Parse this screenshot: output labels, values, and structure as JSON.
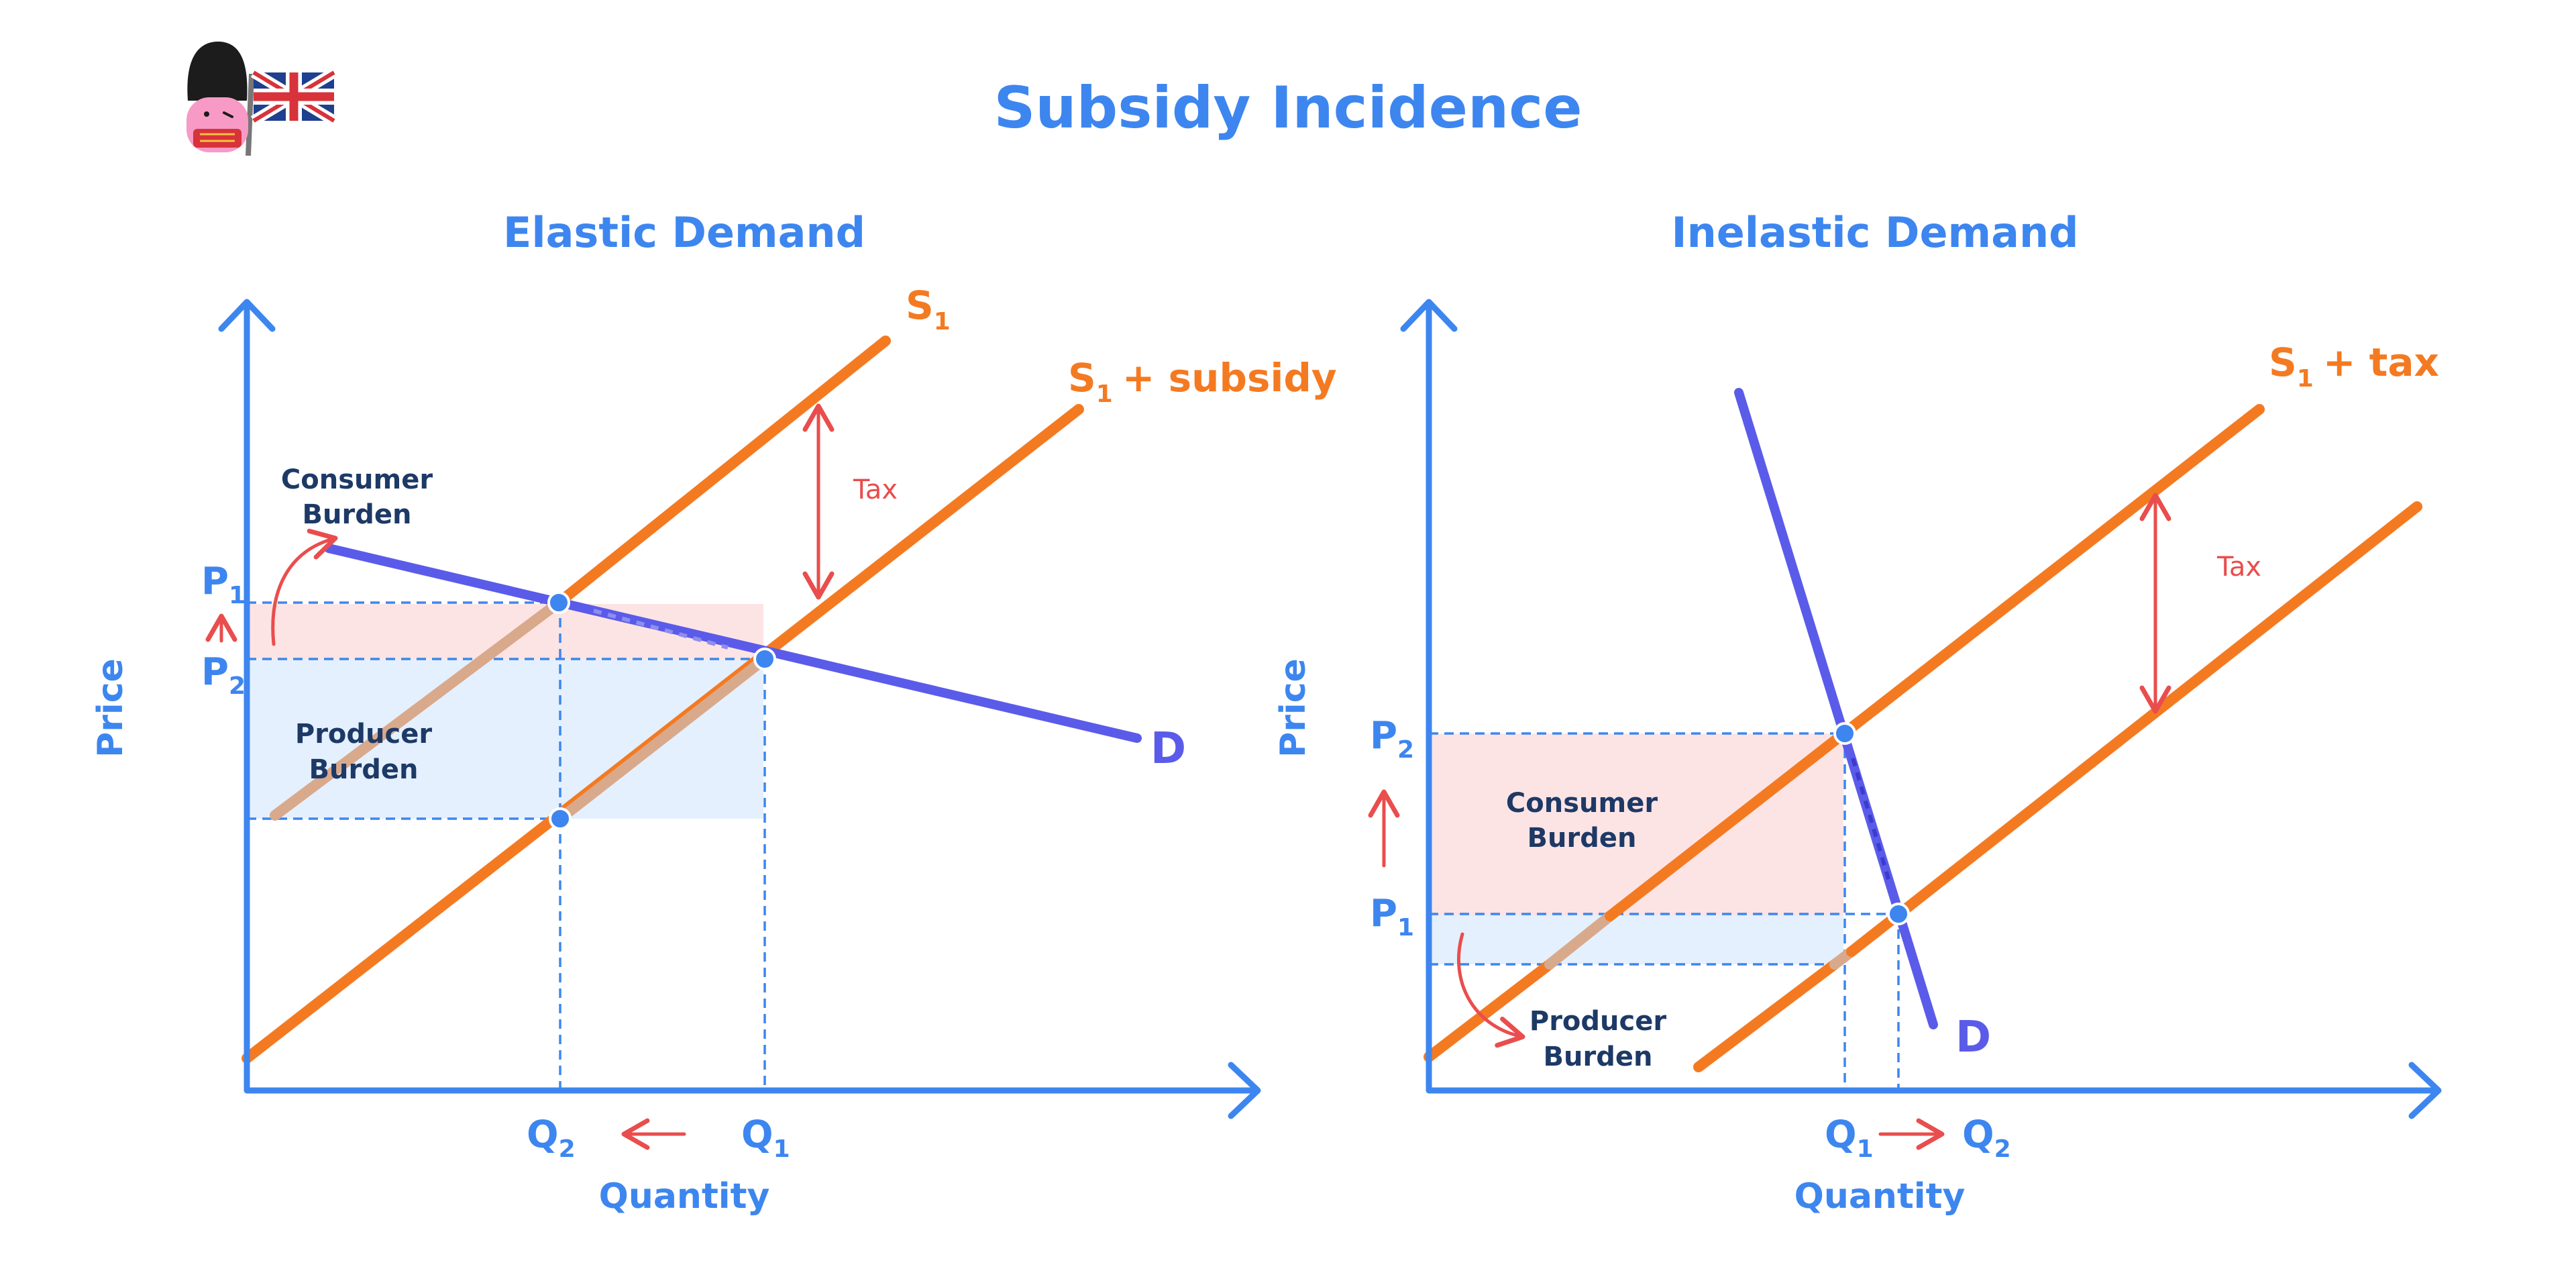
{
  "title": "Subsidy Incidence",
  "colors": {
    "axis": "#3d86ef",
    "supply": "#f47a22",
    "demand": "#5b5bea",
    "arrow": "#ea4d4d",
    "consumer_area": "#fde4e4",
    "producer_area": "#e4f0fd",
    "label_dark": "#1d3966"
  },
  "mascot_icon": "royal-guard-mascot-with-union-jack-flag",
  "left_panel": {
    "title": "Elastic Demand",
    "y_axis_label": "Price",
    "x_axis_label": "Quantity",
    "supply_label": "S",
    "supply_sub": "1",
    "shifted_supply_label": "S",
    "shifted_supply_sub": "1",
    "shifted_supply_suffix": "+ subsidy",
    "demand_label": "D",
    "tax_label": "Tax",
    "consumer_burden": [
      "Consumer",
      "Burden"
    ],
    "producer_burden": [
      "Producer",
      "Burden"
    ],
    "p1": {
      "letter": "P",
      "sub": "1"
    },
    "p2": {
      "letter": "P",
      "sub": "2"
    },
    "q1": {
      "letter": "Q",
      "sub": "1"
    },
    "q2": {
      "letter": "Q",
      "sub": "2"
    }
  },
  "right_panel": {
    "title": "Inelastic Demand",
    "y_axis_label": "Price",
    "x_axis_label": "Quantity",
    "shifted_supply_label": "S",
    "shifted_supply_sub": "1",
    "shifted_supply_suffix": "+ tax",
    "demand_label": "D",
    "tax_label": "Tax",
    "consumer_burden": [
      "Consumer",
      "Burden"
    ],
    "producer_burden": [
      "Producer",
      "Burden"
    ],
    "p1": {
      "letter": "P",
      "sub": "1"
    },
    "p2": {
      "letter": "P",
      "sub": "2"
    },
    "q1": {
      "letter": "Q",
      "sub": "1"
    },
    "q2": {
      "letter": "Q",
      "sub": "2"
    }
  }
}
